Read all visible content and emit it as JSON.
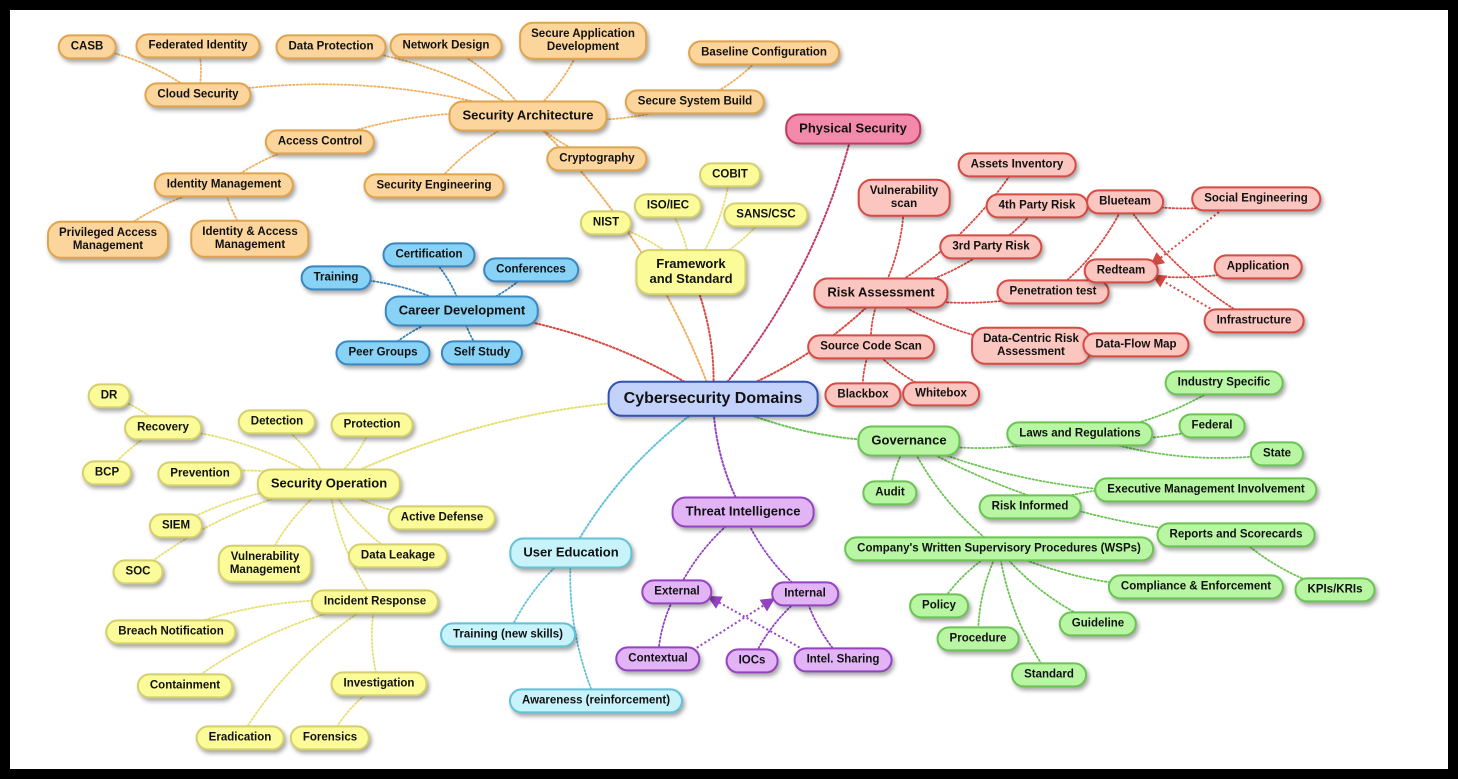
{
  "diagram": {
    "colors": {
      "orange": {
        "fill": "#fcd59c",
        "stroke": "#e0a44c",
        "link": "#f0b062"
      },
      "yellow": {
        "fill": "#fbfb9a",
        "stroke": "#d4d06c",
        "link": "#e6df74"
      },
      "blue": {
        "fill": "#88d2f6",
        "stroke": "#3a88c2",
        "link": "#3a88c2"
      },
      "cyan": {
        "fill": "#c8f3fb",
        "stroke": "#62c2d8",
        "link": "#62c2d8"
      },
      "red": {
        "fill": "#fbc6c0",
        "stroke": "#d84a44",
        "link": "#d84a44"
      },
      "pink": {
        "fill": "#f48aab",
        "stroke": "#c23a64",
        "link": "#c23a64"
      },
      "green": {
        "fill": "#b8f6a4",
        "stroke": "#6cc454",
        "link": "#6cc454"
      },
      "purple": {
        "fill": "#e2b4f6",
        "stroke": "#9444c2",
        "link": "#9444c2"
      },
      "root": {
        "fill": "#c2d2fa",
        "stroke": "#3252b4",
        "link": "#3252b4"
      }
    },
    "nodes": [
      {
        "id": "root",
        "label": "Cybersecurity Domains",
        "color": "root"
      },
      {
        "id": "secarch",
        "label": "Security Architecture",
        "color": "orange"
      },
      {
        "id": "casb",
        "label": "CASB",
        "color": "orange"
      },
      {
        "id": "fedid",
        "label": "Federated Identity",
        "color": "orange"
      },
      {
        "id": "cloudsec",
        "label": "Cloud Security",
        "color": "orange"
      },
      {
        "id": "dataprot",
        "label": "Data Protection",
        "color": "orange"
      },
      {
        "id": "netdesign",
        "label": "Network Design",
        "color": "orange"
      },
      {
        "id": "secappdev",
        "label": "Secure Application\nDevelopment",
        "color": "orange"
      },
      {
        "id": "baseline",
        "label": "Baseline Configuration",
        "color": "orange"
      },
      {
        "id": "secsysbuild",
        "label": "Secure System Build",
        "color": "orange"
      },
      {
        "id": "accessctl",
        "label": "Access Control",
        "color": "orange"
      },
      {
        "id": "crypto",
        "label": "Cryptography",
        "color": "orange"
      },
      {
        "id": "idmgmt",
        "label": "Identity Management",
        "color": "orange"
      },
      {
        "id": "seceng",
        "label": "Security Engineering",
        "color": "orange"
      },
      {
        "id": "pam",
        "label": "Privileged Access\nManagement",
        "color": "orange"
      },
      {
        "id": "iam",
        "label": "Identity & Access\nManagement",
        "color": "orange"
      },
      {
        "id": "physsec",
        "label": "Physical Security",
        "color": "pink"
      },
      {
        "id": "framework",
        "label": "Framework\nand Standard",
        "color": "yellow"
      },
      {
        "id": "nist",
        "label": "NIST",
        "color": "yellow"
      },
      {
        "id": "iso",
        "label": "ISO/IEC",
        "color": "yellow"
      },
      {
        "id": "cobit",
        "label": "COBIT",
        "color": "yellow"
      },
      {
        "id": "sans",
        "label": "SANS/CSC",
        "color": "yellow"
      },
      {
        "id": "career",
        "label": "Career Development",
        "color": "blue"
      },
      {
        "id": "training",
        "label": "Training",
        "color": "blue"
      },
      {
        "id": "cert",
        "label": "Certification",
        "color": "blue"
      },
      {
        "id": "conf",
        "label": "Conferences",
        "color": "blue"
      },
      {
        "id": "peer",
        "label": "Peer Groups",
        "color": "blue"
      },
      {
        "id": "selfstudy",
        "label": "Self Study",
        "color": "blue"
      },
      {
        "id": "riskassess",
        "label": "Risk Assessment",
        "color": "red"
      },
      {
        "id": "assets",
        "label": "Assets Inventory",
        "color": "red"
      },
      {
        "id": "vulnscan",
        "label": "Vulnerability\nscan",
        "color": "red"
      },
      {
        "id": "4thparty",
        "label": "4th Party Risk",
        "color": "red"
      },
      {
        "id": "3rdparty",
        "label": "3rd Party Risk",
        "color": "red"
      },
      {
        "id": "pentest",
        "label": "Penetration test",
        "color": "red"
      },
      {
        "id": "blueteam",
        "label": "Blueteam",
        "color": "red"
      },
      {
        "id": "redteam",
        "label": "Redteam",
        "color": "red"
      },
      {
        "id": "soceng",
        "label": "Social Engineering",
        "color": "red"
      },
      {
        "id": "application",
        "label": "Application",
        "color": "red"
      },
      {
        "id": "infra",
        "label": "Infrastructure",
        "color": "red"
      },
      {
        "id": "srcscan",
        "label": "Source Code Scan",
        "color": "red"
      },
      {
        "id": "datacentric",
        "label": "Data-Centric Risk\nAssessment",
        "color": "red"
      },
      {
        "id": "dataflow",
        "label": "Data-Flow Map",
        "color": "red"
      },
      {
        "id": "blackbox",
        "label": "Blackbox",
        "color": "red"
      },
      {
        "id": "whitebox",
        "label": "Whitebox",
        "color": "red"
      },
      {
        "id": "governance",
        "label": "Governance",
        "color": "green"
      },
      {
        "id": "laws",
        "label": "Laws and Regulations",
        "color": "green"
      },
      {
        "id": "industry",
        "label": "Industry Specific",
        "color": "green"
      },
      {
        "id": "federal",
        "label": "Federal",
        "color": "green"
      },
      {
        "id": "state",
        "label": "State",
        "color": "green"
      },
      {
        "id": "audit",
        "label": "Audit",
        "color": "green"
      },
      {
        "id": "execmgmt",
        "label": "Executive Management Involvement",
        "color": "green"
      },
      {
        "id": "riskinformed",
        "label": "Risk Informed",
        "color": "green"
      },
      {
        "id": "reports",
        "label": "Reports and Scorecards",
        "color": "green"
      },
      {
        "id": "kpis",
        "label": "KPIs/KRIs",
        "color": "green"
      },
      {
        "id": "wsps",
        "label": "Company's Written Supervisory Procedures (WSPs)",
        "color": "green"
      },
      {
        "id": "compliance",
        "label": "Compliance & Enforcement",
        "color": "green"
      },
      {
        "id": "policy",
        "label": "Policy",
        "color": "green"
      },
      {
        "id": "procedure",
        "label": "Procedure",
        "color": "green"
      },
      {
        "id": "guideline",
        "label": "Guideline",
        "color": "green"
      },
      {
        "id": "standard",
        "label": "Standard",
        "color": "green"
      },
      {
        "id": "threatintel",
        "label": "Threat Intelligence",
        "color": "purple"
      },
      {
        "id": "external",
        "label": "External",
        "color": "purple"
      },
      {
        "id": "internal",
        "label": "Internal",
        "color": "purple"
      },
      {
        "id": "contextual",
        "label": "Contextual",
        "color": "purple"
      },
      {
        "id": "iocs",
        "label": "IOCs",
        "color": "purple"
      },
      {
        "id": "intelsharing",
        "label": "Intel. Sharing",
        "color": "purple"
      },
      {
        "id": "usered",
        "label": "User Education",
        "color": "cyan"
      },
      {
        "id": "trainingnew",
        "label": "Training (new skills)",
        "color": "cyan"
      },
      {
        "id": "awareness",
        "label": "Awareness (reinforcement)",
        "color": "cyan"
      },
      {
        "id": "secops",
        "label": "Security Operation",
        "color": "yellow"
      },
      {
        "id": "dr",
        "label": "DR",
        "color": "yellow"
      },
      {
        "id": "recovery",
        "label": "Recovery",
        "color": "yellow"
      },
      {
        "id": "bcp",
        "label": "BCP",
        "color": "yellow"
      },
      {
        "id": "detection",
        "label": "Detection",
        "color": "yellow"
      },
      {
        "id": "protection",
        "label": "Protection",
        "color": "yellow"
      },
      {
        "id": "prevention",
        "label": "Prevention",
        "color": "yellow"
      },
      {
        "id": "activedef",
        "label": "Active Defense",
        "color": "yellow"
      },
      {
        "id": "siem",
        "label": "SIEM",
        "color": "yellow"
      },
      {
        "id": "soc",
        "label": "SOC",
        "color": "yellow"
      },
      {
        "id": "vulnmgmt",
        "label": "Vulnerability\nManagement",
        "color": "yellow"
      },
      {
        "id": "dataleak",
        "label": "Data Leakage",
        "color": "yellow"
      },
      {
        "id": "incident",
        "label": "Incident Response",
        "color": "yellow"
      },
      {
        "id": "breach",
        "label": "Breach Notification",
        "color": "yellow"
      },
      {
        "id": "containment",
        "label": "Containment",
        "color": "yellow"
      },
      {
        "id": "investigation",
        "label": "Investigation",
        "color": "yellow"
      },
      {
        "id": "eradication",
        "label": "Eradication",
        "color": "yellow"
      },
      {
        "id": "forensics",
        "label": "Forensics",
        "color": "yellow"
      }
    ],
    "links": [
      [
        "root",
        "secarch",
        "orange"
      ],
      [
        "secarch",
        "cloudsec",
        "orange"
      ],
      [
        "cloudsec",
        "casb",
        "orange"
      ],
      [
        "cloudsec",
        "fedid",
        "orange"
      ],
      [
        "secarch",
        "dataprot",
        "orange"
      ],
      [
        "secarch",
        "netdesign",
        "orange"
      ],
      [
        "secarch",
        "secappdev",
        "orange"
      ],
      [
        "secarch",
        "secsysbuild",
        "orange"
      ],
      [
        "secsysbuild",
        "baseline",
        "orange"
      ],
      [
        "secarch",
        "accessctl",
        "orange"
      ],
      [
        "accessctl",
        "idmgmt",
        "orange"
      ],
      [
        "idmgmt",
        "pam",
        "orange"
      ],
      [
        "idmgmt",
        "iam",
        "orange"
      ],
      [
        "secarch",
        "crypto",
        "orange"
      ],
      [
        "secarch",
        "seceng",
        "orange"
      ],
      [
        "root",
        "physsec",
        "pink"
      ],
      [
        "root",
        "framework",
        "red"
      ],
      [
        "framework",
        "nist",
        "yellow"
      ],
      [
        "framework",
        "iso",
        "yellow"
      ],
      [
        "framework",
        "cobit",
        "yellow"
      ],
      [
        "framework",
        "sans",
        "yellow"
      ],
      [
        "root",
        "career",
        "red"
      ],
      [
        "career",
        "training",
        "blue"
      ],
      [
        "career",
        "cert",
        "blue"
      ],
      [
        "career",
        "conf",
        "blue"
      ],
      [
        "career",
        "peer",
        "blue"
      ],
      [
        "career",
        "selfstudy",
        "blue"
      ],
      [
        "root",
        "riskassess",
        "red"
      ],
      [
        "riskassess",
        "vulnscan",
        "red"
      ],
      [
        "riskassess",
        "assets",
        "red"
      ],
      [
        "riskassess",
        "3rdparty",
        "red"
      ],
      [
        "3rdparty",
        "4thparty",
        "red"
      ],
      [
        "riskassess",
        "pentest",
        "red"
      ],
      [
        "pentest",
        "blueteam",
        "red"
      ],
      [
        "pentest",
        "redteam",
        "red"
      ],
      [
        "blueteam",
        "soceng",
        "red"
      ],
      [
        "blueteam",
        "infra",
        "red"
      ],
      [
        "redteam",
        "application",
        "red"
      ],
      [
        "riskassess",
        "srcscan",
        "red"
      ],
      [
        "srcscan",
        "blackbox",
        "red"
      ],
      [
        "srcscan",
        "whitebox",
        "red"
      ],
      [
        "riskassess",
        "datacentric",
        "red"
      ],
      [
        "datacentric",
        "dataflow",
        "red"
      ],
      [
        "root",
        "governance",
        "green"
      ],
      [
        "governance",
        "laws",
        "green"
      ],
      [
        "laws",
        "industry",
        "green"
      ],
      [
        "laws",
        "federal",
        "green"
      ],
      [
        "laws",
        "state",
        "green"
      ],
      [
        "governance",
        "audit",
        "green"
      ],
      [
        "governance",
        "execmgmt",
        "green"
      ],
      [
        "execmgmt",
        "riskinformed",
        "green"
      ],
      [
        "governance",
        "reports",
        "green"
      ],
      [
        "reports",
        "kpis",
        "green"
      ],
      [
        "governance",
        "wsps",
        "green"
      ],
      [
        "wsps",
        "compliance",
        "green"
      ],
      [
        "wsps",
        "policy",
        "green"
      ],
      [
        "wsps",
        "procedure",
        "green"
      ],
      [
        "wsps",
        "guideline",
        "green"
      ],
      [
        "wsps",
        "standard",
        "green"
      ],
      [
        "root",
        "threatintel",
        "purple"
      ],
      [
        "threatintel",
        "external",
        "purple"
      ],
      [
        "threatintel",
        "internal",
        "purple"
      ],
      [
        "external",
        "contextual",
        "purple"
      ],
      [
        "internal",
        "iocs",
        "purple"
      ],
      [
        "internal",
        "intelsharing",
        "purple"
      ],
      [
        "root",
        "usered",
        "cyan"
      ],
      [
        "usered",
        "trainingnew",
        "cyan"
      ],
      [
        "usered",
        "awareness",
        "cyan"
      ],
      [
        "root",
        "secops",
        "yellow"
      ],
      [
        "secops",
        "recovery",
        "yellow"
      ],
      [
        "recovery",
        "dr",
        "yellow"
      ],
      [
        "recovery",
        "bcp",
        "yellow"
      ],
      [
        "secops",
        "detection",
        "yellow"
      ],
      [
        "secops",
        "protection",
        "yellow"
      ],
      [
        "secops",
        "prevention",
        "yellow"
      ],
      [
        "secops",
        "activedef",
        "yellow"
      ],
      [
        "secops",
        "siem",
        "yellow"
      ],
      [
        "secops",
        "soc",
        "yellow"
      ],
      [
        "secops",
        "vulnmgmt",
        "yellow"
      ],
      [
        "secops",
        "dataleak",
        "yellow"
      ],
      [
        "secops",
        "incident",
        "yellow"
      ],
      [
        "incident",
        "breach",
        "yellow"
      ],
      [
        "incident",
        "containment",
        "yellow"
      ],
      [
        "incident",
        "investigation",
        "yellow"
      ],
      [
        "incident",
        "eradication",
        "yellow"
      ],
      [
        "investigation",
        "forensics",
        "yellow"
      ]
    ],
    "arrows": [
      [
        "soceng",
        "redteam",
        "red"
      ],
      [
        "infra",
        "redteam",
        "red"
      ],
      [
        "intelsharing",
        "external",
        "purple"
      ],
      [
        "contextual",
        "internal",
        "purple"
      ]
    ]
  }
}
